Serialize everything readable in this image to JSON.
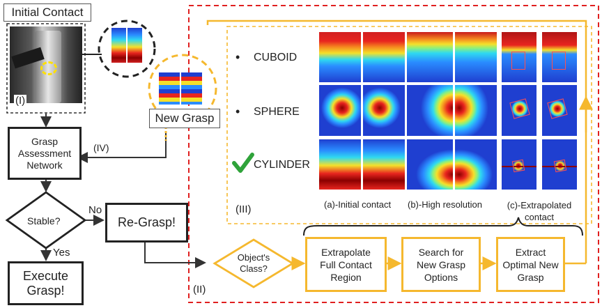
{
  "labels": {
    "initial_contact": "Initial Contact",
    "roman_i": "(I)",
    "roman_ii": "(II)",
    "roman_iii": "(III)",
    "roman_iv": "(IV)",
    "new_grasp": "New Grasp",
    "gan_line1": "Grasp",
    "gan_line2": "Assessment",
    "gan_line3": "Network",
    "stable": "Stable?",
    "no": "No",
    "yes": "Yes",
    "regrasp": "Re-Grasp!",
    "execute_line1": "Execute",
    "execute_line2": "Grasp!",
    "objclass_line1": "Object's",
    "objclass_line2": "Class?",
    "extrapolate_line1": "Extrapolate",
    "extrapolate_line2": "Full Contact",
    "extrapolate_line3": "Region",
    "search_line1": "Search for",
    "search_line2": "New Grasp",
    "search_line3": "Options",
    "extract_line1": "Extract",
    "extract_line2": "Optimal New",
    "extract_line3": "Grasp",
    "cuboid": "CUBOID",
    "sphere": "SPHERE",
    "cylinder": "CYLINDER",
    "col_a": "(a)-Initial contact",
    "col_b": "(b)-High resolution",
    "col_c_line1": "(c)-Extrapolated",
    "col_c_line2": "contact"
  },
  "colors": {
    "orange": "#F5B82E",
    "red_dashed": "#E02020",
    "check": "#2FA33A",
    "heat_bg": "#1F3FD0"
  }
}
